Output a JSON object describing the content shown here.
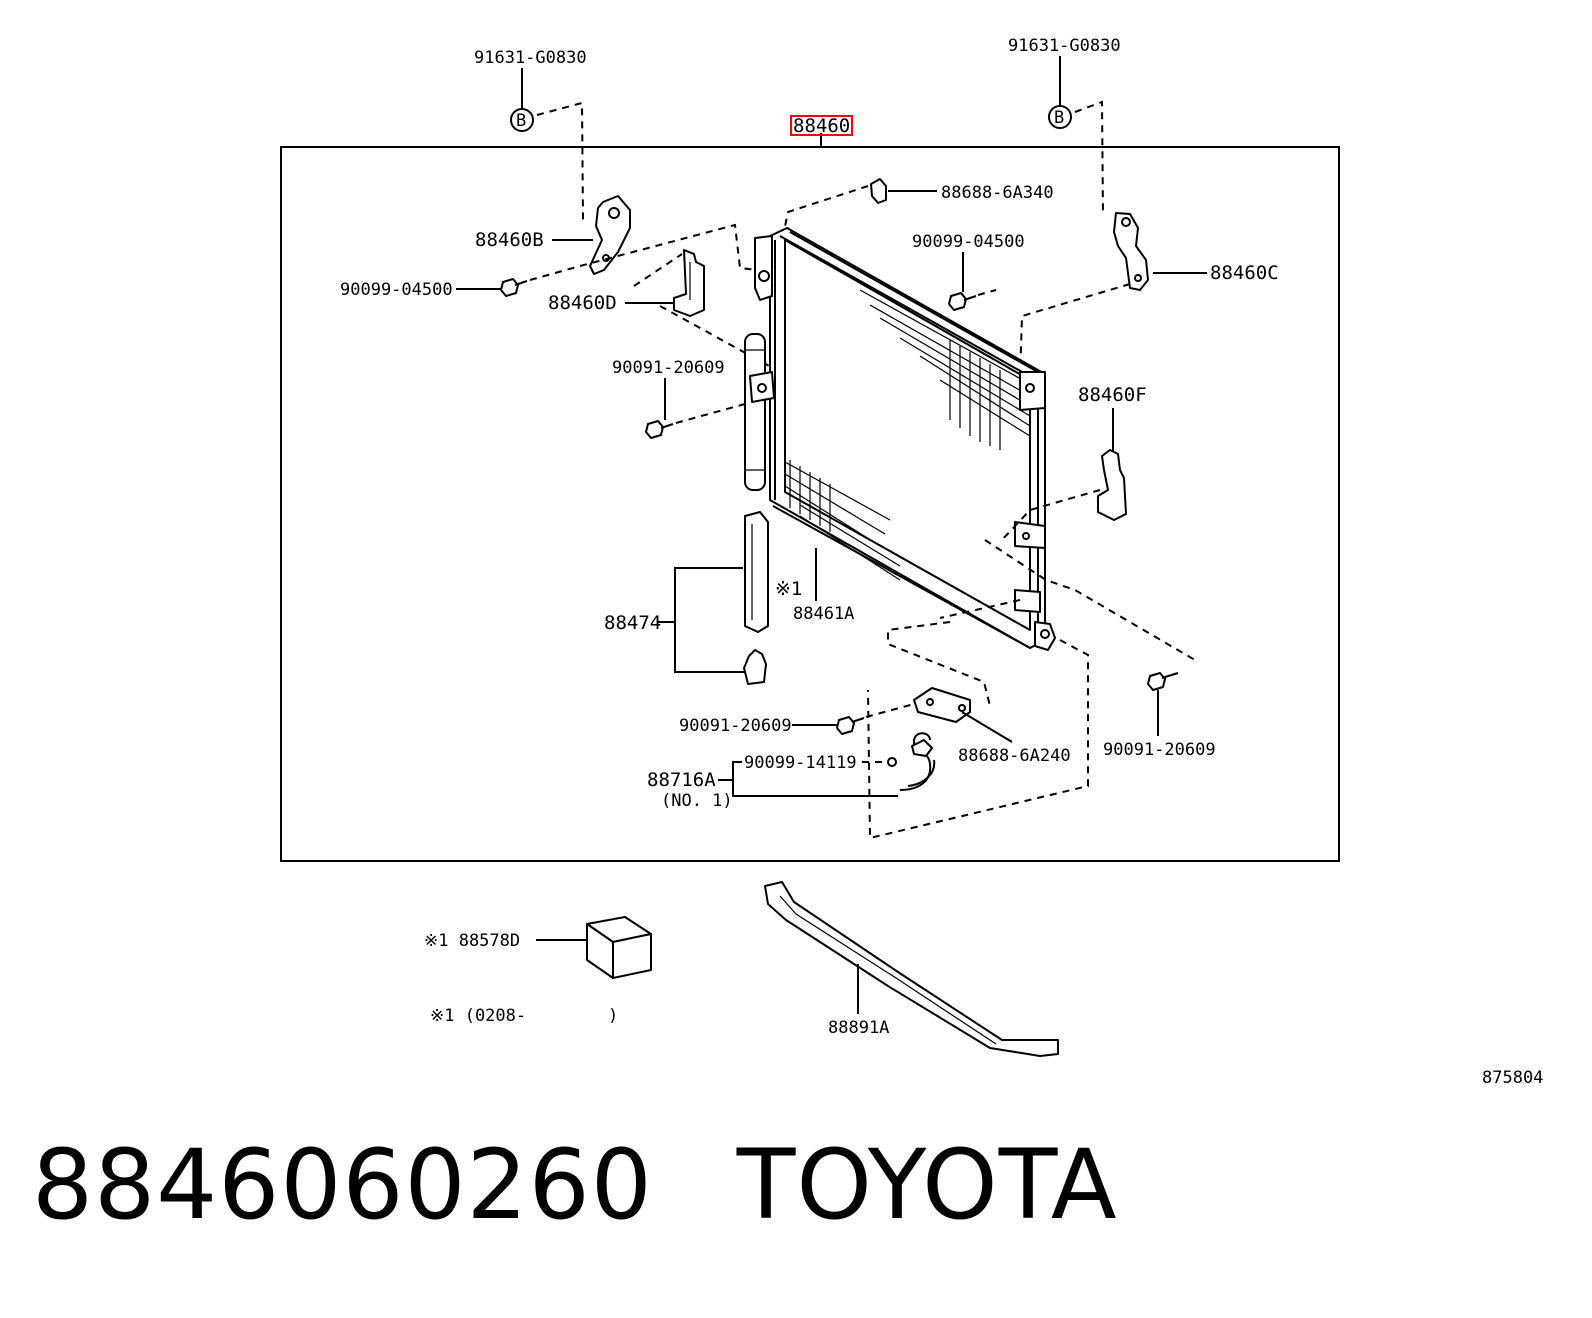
{
  "diagram": {
    "main_part": "88460",
    "labels": {
      "bolt_b_left": "91631-G0830",
      "bolt_b_right": "91631-G0830",
      "b_mark": "B",
      "bracket_b": "88460B",
      "bracket_c": "88460C",
      "bracket_d": "88460D",
      "bracket_f": "88460F",
      "bolt_top_left": "90099-04500",
      "bolt_top_mid": "90099-04500",
      "clip_top": "88688-6A340",
      "bolt_receiver": "90091-20609",
      "bolt_bottom_mid": "90091-20609",
      "bolt_bottom_right": "90091-20609",
      "clip_bottom": "88688-6A240",
      "condenser": "88461A",
      "dryer": "88474",
      "note_mark": "※1",
      "pipe": "88716A",
      "pipe_no": "(NO. 1)",
      "oring": "90099-14119",
      "pad": "※1 88578D",
      "note_date": "※1 (0208-        )",
      "seal": "88891A",
      "illustration_no": "875804"
    },
    "highlight_color": "#ff0000"
  },
  "footer": {
    "part_number": "8846060260",
    "brand": "TOYOTA"
  }
}
